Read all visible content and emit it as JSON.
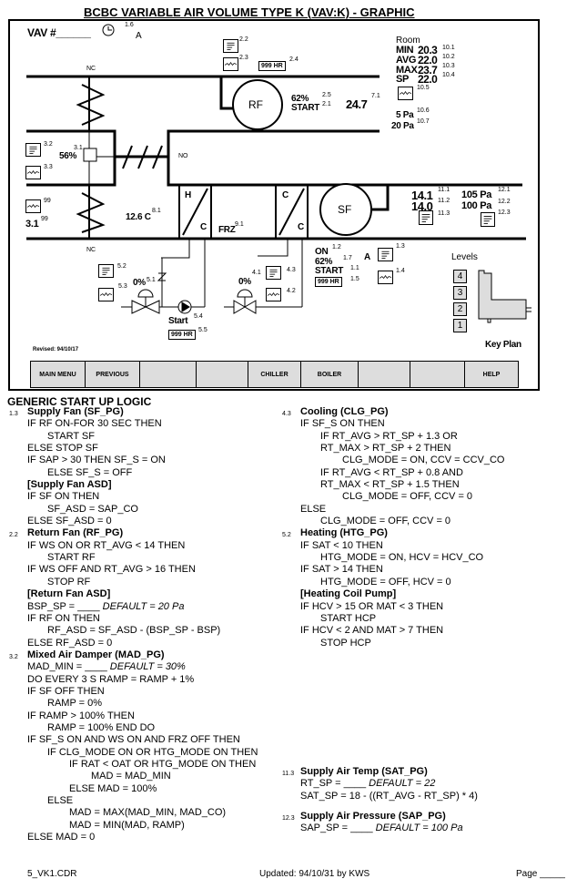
{
  "title": "BCBC VARIABLE AIR VOLUME TYPE K (VAV:K)  -  GRAPHIC",
  "diagram": {
    "vav": "VAV #______",
    "clock_ref": "1.6",
    "clock_mode": "A",
    "rf_report_ref": "2.2",
    "rf_trend_ref": "2.3",
    "rf_hours": "999 HR",
    "rf_hours_ref": "2.4",
    "nc_top": "NC",
    "rf": "RF",
    "rf_speed": "62%",
    "rf_speed_ref": "2.5",
    "rf_status": "START",
    "rf_status_ref": "2.1",
    "return_temp": "24.7",
    "return_temp_ref": "7.1",
    "room": "Room",
    "room_rows": [
      {
        "k": "MIN",
        "v": "20.3",
        "r": "10.1"
      },
      {
        "k": "AVG",
        "v": "22.0",
        "r": "10.2"
      },
      {
        "k": "MAX",
        "v": "23.7",
        "r": "10.3"
      },
      {
        "k": "SP",
        "v": "22.0",
        "r": "10.4"
      }
    ],
    "room_trend_ref": "10.5",
    "bsp": "5 Pa",
    "bsp_ref": "10.6",
    "bsp_sp": "20 Pa",
    "bsp_sp_ref": "10.7",
    "mad_report_ref": "3.2",
    "mad_trend_ref": "3.3",
    "mad_pos": "56%",
    "mad_ref": "3.1",
    "no": "NO",
    "oat_trend_ref": "99",
    "oat": "3.1",
    "oat_ref": "99",
    "mat": "12.6 C",
    "mat_ref": "8.1",
    "hc_h": "H",
    "hc_c": "C",
    "frz": "FRZ",
    "frz_ref": "9.1",
    "cc_c1": "C",
    "cc_c2": "C",
    "sf": "SF",
    "sat": "14.1",
    "sat_ref": "11.1",
    "sat_sp": "14.0",
    "sat_sp_ref": "11.2",
    "sat_report_ref": "11.3",
    "sap": "105 Pa",
    "sap_ref": "12.1",
    "sap_sp": "100 Pa",
    "sap_sp_ref": "12.2",
    "sap_report_ref": "12.3",
    "nc_bottom": "NC",
    "sf_cmd": "ON",
    "sf_cmd_ref": "1.2",
    "sf_speed": "62%",
    "sf_speed_ref": "1.7",
    "sf_status": "START",
    "sf_status_ref": "1.1",
    "sf_hours": "999 HR",
    "sf_hours_ref": "1.5",
    "sf_mode": "A",
    "sf_report_ref": "1.3",
    "sf_trend_ref": "1.4",
    "hv_report_ref": "5.2",
    "hv_trend_ref": "5.3",
    "hv_pos": "0%",
    "hcp_check_ref": "5.1",
    "hcp_status": "Start",
    "hcp_status_ref": "5.4",
    "hcp_hours": "999 HR",
    "hcp_hours_ref": "5.5",
    "cv_pos": "0%",
    "cv_ref": "4.1",
    "cv_report_ref": "4.3",
    "cv_trend_ref": "4.2",
    "levels_label": "Levels",
    "levels": [
      "4",
      "3",
      "2",
      "1"
    ],
    "key_plan": "Key Plan",
    "revised": "Revised: 94/10/17"
  },
  "buttons": [
    "MAIN MENU",
    "PREVIOUS",
    "",
    "",
    "CHILLER",
    "BOILER",
    "",
    "",
    "HELP"
  ],
  "logic": {
    "heading": "GENERIC START UP LOGIC",
    "left": [
      {
        "n": "1.3",
        "h": "Supply Fan (SF_PG)"
      },
      {
        "i": 1,
        "t": "IF RF ON-FOR 30 SEC THEN"
      },
      {
        "i": 2,
        "t": "START SF"
      },
      {
        "i": 1,
        "t": "ELSE STOP SF"
      },
      {
        "i": 1,
        "t": "IF SAP > 30 THEN SF_S = ON"
      },
      {
        "i": 2,
        "t": "ELSE SF_S = OFF"
      },
      {
        "i": 1,
        "t": "[Supply Fan ASD]",
        "b": true
      },
      {
        "i": 1,
        "t": "IF SF ON THEN"
      },
      {
        "i": 2,
        "t": "SF_ASD = SAP_CO"
      },
      {
        "i": 1,
        "t": "ELSE SF_ASD = 0"
      },
      {
        "n": "2.2",
        "h": "Return Fan (RF_PG)"
      },
      {
        "i": 1,
        "t": "IF WS ON OR RT_AVG < 14 THEN"
      },
      {
        "i": 2,
        "t": "START RF"
      },
      {
        "i": 1,
        "t": "IF WS OFF AND RT_AVG > 16 THEN"
      },
      {
        "i": 2,
        "t": "STOP RF"
      },
      {
        "i": 1,
        "t": "[Return Fan ASD]",
        "b": true
      },
      {
        "i": 1,
        "t": "BSP_SP = ____ ",
        "e": "DEFAULT = 20 Pa"
      },
      {
        "i": 1,
        "t": "IF RF ON THEN"
      },
      {
        "i": 2,
        "t": "RF_ASD = SF_ASD - (BSP_SP - BSP)"
      },
      {
        "i": 1,
        "t": "ELSE RF_ASD = 0"
      },
      {
        "n": "3.2",
        "h": "Mixed Air Damper (MAD_PG)"
      },
      {
        "i": 1,
        "t": "MAD_MIN = ____ ",
        "e": "DEFAULT = 30%"
      },
      {
        "i": 1,
        "t": "DO EVERY 3 S RAMP = RAMP + 1%"
      },
      {
        "i": 1,
        "t": "IF SF OFF THEN"
      },
      {
        "i": 2,
        "t": "RAMP = 0%"
      },
      {
        "i": 1,
        "t": "IF RAMP > 100% THEN"
      },
      {
        "i": 2,
        "t": "RAMP = 100% END DO"
      },
      {
        "i": 1,
        "t": "IF SF_S ON AND WS ON AND FRZ OFF THEN"
      },
      {
        "i": 2,
        "t": "IF CLG_MODE ON OR HTG_MODE ON THEN"
      },
      {
        "i": 3,
        "t": "IF RAT < OAT OR HTG_MODE ON THEN"
      },
      {
        "i": 4,
        "t": "MAD = MAD_MIN"
      },
      {
        "i": 3,
        "t": "ELSE MAD = 100%"
      },
      {
        "i": 2,
        "t": "ELSE"
      },
      {
        "i": 3,
        "t": "MAD = MAX(MAD_MIN, MAD_CO)"
      },
      {
        "i": 3,
        "t": "MAD = MIN(MAD, RAMP)"
      },
      {
        "i": 1,
        "t": "ELSE MAD = 0"
      }
    ],
    "right": [
      {
        "n": "4.3",
        "h": "Cooling (CLG_PG)"
      },
      {
        "i": 1,
        "t": "IF SF_S ON THEN"
      },
      {
        "i": 2,
        "t": "IF RT_AVG > RT_SP + 1.3 OR"
      },
      {
        "i": 2,
        "t": "RT_MAX > RT_SP + 2 THEN"
      },
      {
        "i": 3,
        "t": "CLG_MODE = ON, CCV = CCV_CO"
      },
      {
        "i": 2,
        "t": "IF RT_AVG < RT_SP + 0.8 AND"
      },
      {
        "i": 2,
        "t": "RT_MAX < RT_SP + 1.5 THEN"
      },
      {
        "i": 3,
        "t": "CLG_MODE = OFF, CCV = 0"
      },
      {
        "i": 1,
        "t": "ELSE"
      },
      {
        "i": 2,
        "t": "CLG_MODE = OFF, CCV = 0"
      },
      {
        "n": "5.2",
        "h": "Heating (HTG_PG)"
      },
      {
        "i": 1,
        "t": "IF SAT < 10 THEN"
      },
      {
        "i": 2,
        "t": "HTG_MODE = ON, HCV = HCV_CO"
      },
      {
        "i": 1,
        "t": "IF SAT > 14 THEN"
      },
      {
        "i": 2,
        "t": "HTG_MODE = OFF, HCV = 0"
      },
      {
        "i": 1,
        "t": "[Heating Coil Pump]",
        "b": true
      },
      {
        "i": 1,
        "t": "IF HCV > 15 OR MAT < 3 THEN"
      },
      {
        "i": 2,
        "t": "START HCP"
      },
      {
        "i": 1,
        "t": "IF HCV < 2 AND MAT > 7 THEN"
      },
      {
        "i": 2,
        "t": "STOP HCP"
      }
    ],
    "right2": [
      {
        "n": "11.3",
        "h": "Supply Air Temp (SAT_PG)"
      },
      {
        "i": 1,
        "t": "RT_SP = ____ ",
        "e": "DEFAULT = 22"
      },
      {
        "i": 1,
        "t": "SAT_SP = 18 - ((RT_AVG - RT_SP) * 4)"
      }
    ],
    "right3": [
      {
        "n": "12.3",
        "h": "Supply Air Pressure (SAP_PG)"
      },
      {
        "i": 1,
        "t": "SAP_SP = ____ ",
        "e": "DEFAULT = 100 Pa"
      }
    ]
  },
  "footer": {
    "file": "5_VK1.CDR",
    "updated": "Updated: 94/10/31 by KWS",
    "page": "Page _____"
  }
}
